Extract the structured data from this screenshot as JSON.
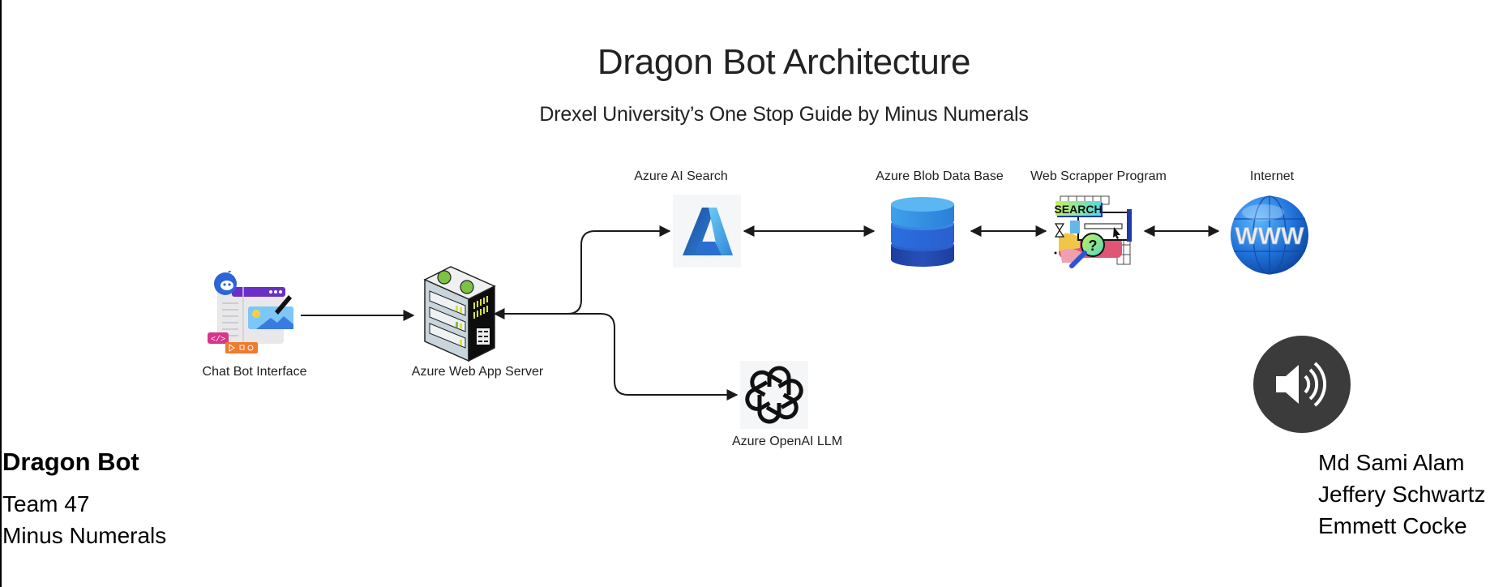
{
  "header": {
    "title": "Dragon Bot Architecture",
    "subtitle": "Drexel University’s One Stop Guide by Minus Numerals"
  },
  "nodes": {
    "chat_bot": {
      "label": "Chat Bot Interface",
      "icon": "chatbot-interface-icon"
    },
    "web_app": {
      "label": "Azure Web App Server",
      "icon": "server-icon"
    },
    "ai_search": {
      "label": "Azure AI Search",
      "icon": "azure-logo-icon"
    },
    "openai": {
      "label": "Azure OpenAI LLM",
      "icon": "openai-logo-icon"
    },
    "blob_db": {
      "label": "Azure Blob Data Base",
      "icon": "database-icon"
    },
    "scrapper": {
      "label": "Web Scrapper Program",
      "icon": "web-search-icon",
      "badge_text": "SEARCH"
    },
    "internet": {
      "label": "Internet",
      "icon": "globe-icon",
      "globe_text": "WWW"
    }
  },
  "edges": [
    {
      "from": "Chat Bot Interface",
      "to": "Azure Web App Server",
      "direction": "forward"
    },
    {
      "from": "Azure Web App Server",
      "to": "Azure AI Search",
      "direction": "bidirectional"
    },
    {
      "from": "Azure Web App Server",
      "to": "Azure OpenAI LLM",
      "direction": "bidirectional"
    },
    {
      "from": "Azure AI Search",
      "to": "Azure Blob Data Base",
      "direction": "bidirectional"
    },
    {
      "from": "Azure Blob Data Base",
      "to": "Web Scrapper Program",
      "direction": "bidirectional"
    },
    {
      "from": "Web Scrapper Program",
      "to": "Internet",
      "direction": "bidirectional"
    }
  ],
  "footer_left": {
    "project": "Dragon Bot",
    "team": "Team 47",
    "team_name": "Minus Numerals"
  },
  "footer_right": {
    "members": [
      "Md Sami Alam",
      "Jeffery Schwartz",
      "Emmett Cocke"
    ]
  },
  "audio": {
    "icon": "speaker-icon"
  },
  "colors": {
    "text": "#1f1f1f",
    "arrow": "#1a1a1a",
    "speaker_bg": "#3b3b3b",
    "azure_blue": "#1f6fc8",
    "icon_tile": "#f5f6f8"
  }
}
